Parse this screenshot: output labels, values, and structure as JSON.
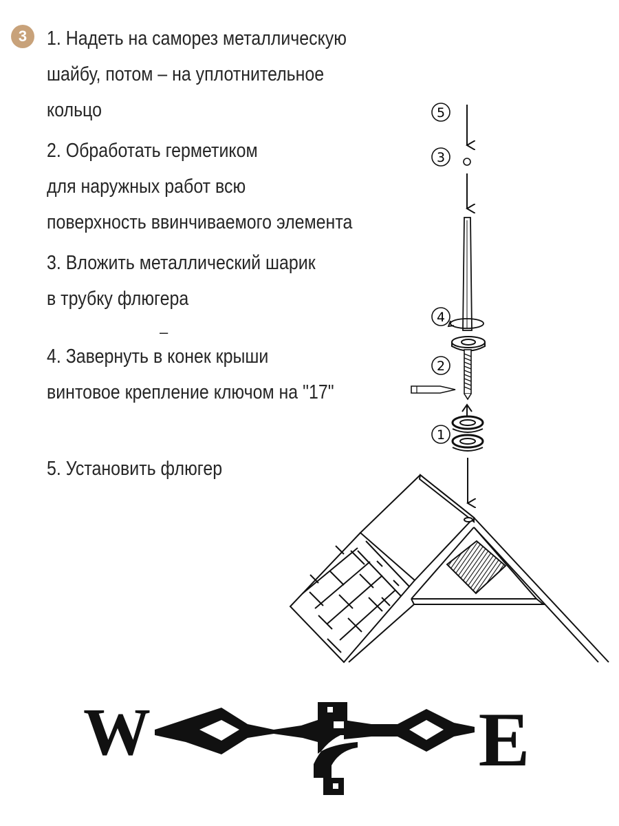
{
  "step_badge": "3",
  "steps": [
    {
      "lines": [
        "1. Надеть на саморез металлическую",
        "шайбу, потом – на уплотнительное",
        "кольцо"
      ]
    },
    {
      "lines": [
        "2. Обработать герметиком",
        "для наружных работ всю",
        "поверхность ввинчиваемого элемента"
      ]
    },
    {
      "lines": [
        "3. Вложить металлический шарик",
        "в трубку флюгера"
      ]
    },
    {
      "lines": [
        "4. Завернуть в конек крыши",
        "винтовое крепление ключом на \"17\""
      ]
    },
    {
      "lines": [
        "5. Установить флюгер"
      ]
    }
  ],
  "stray_dash": "–",
  "callouts": {
    "c1": "1",
    "c2": "2",
    "c3": "3",
    "c4": "4",
    "c5": "5"
  },
  "vane_letters": {
    "west": "W",
    "east": "E"
  }
}
